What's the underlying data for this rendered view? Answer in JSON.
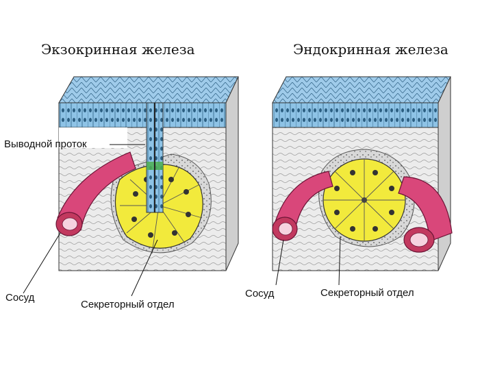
{
  "titles": {
    "exocrine": "Экзокринная железа",
    "endocrine": "Эндокринная железа"
  },
  "labels": {
    "duct": "Выводной проток",
    "vessel_left": "Сосуд",
    "secretory_left": "Секреторный отдел",
    "vessel_right": "Сосуд",
    "secretory_right": "Секреторный отдел"
  },
  "colors": {
    "epithelium": "#8ec3e6",
    "secretory": "#f2ea3c",
    "vessel": "#d9477a",
    "duct_junction": "#4caf50",
    "tissue": "#e9e9e9"
  }
}
